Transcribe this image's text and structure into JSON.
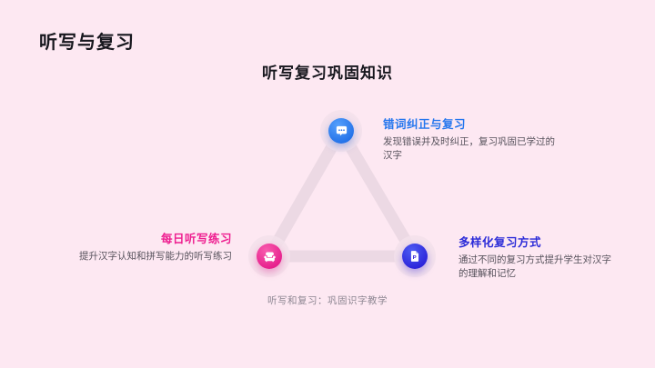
{
  "slide": {
    "title": "听写与复习",
    "heading": "听写复习巩固知识",
    "caption": "听写和复习：巩固识字教学"
  },
  "nodes": [
    {
      "id": "top",
      "icon": "chat-dots-icon",
      "title": "错词纠正与复习",
      "description": "发现错误并及时纠正，复习巩固已学过的汉字",
      "accent": "#2476ee"
    },
    {
      "id": "bottom-left",
      "icon": "armchair-icon",
      "title": "每日听写练习",
      "description": "提升汉字认知和拼写能力的听写练习",
      "accent": "#ee1e90"
    },
    {
      "id": "bottom-right",
      "icon": "file-p-icon",
      "title": "多样化复习方式",
      "description": "通过不同的复习方式提升学生对汉字的理解和记忆",
      "accent": "#2a2ad8"
    }
  ],
  "colors": {
    "background": "#fde8f2",
    "title_text": "#17171e",
    "body_text": "#57525c",
    "caption_text": "#8d8692",
    "triangle_line": "#ecd9e4",
    "node_blue": "#1262e2",
    "node_pink": "#e00a80",
    "node_indigo": "#2111d2"
  }
}
